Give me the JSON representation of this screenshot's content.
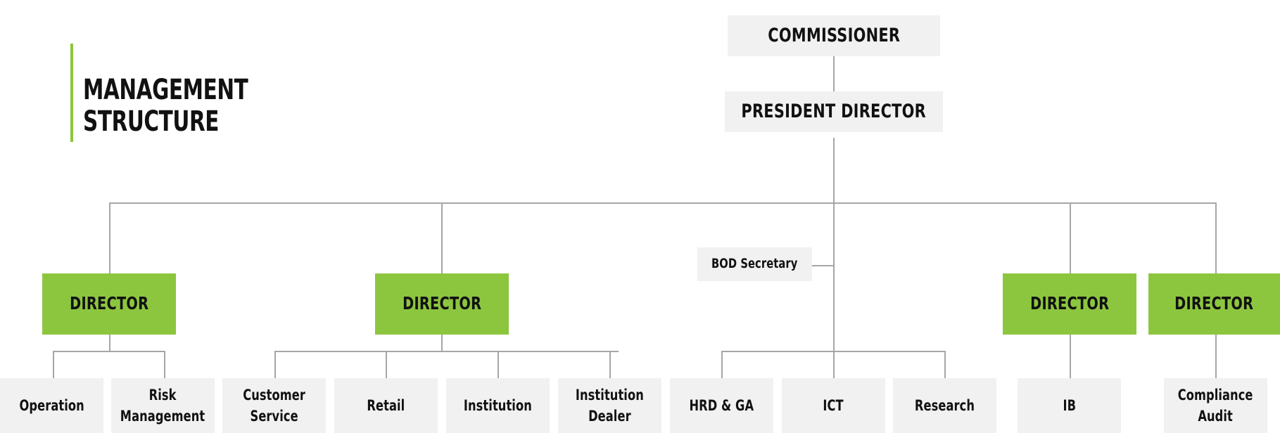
{
  "title": {
    "line1": "MANAGEMENT",
    "line2": "STRUCTURE",
    "accent_color": "#8CC63F"
  },
  "colors": {
    "green": "#8CC63F",
    "grey_box": "#F1F1F1",
    "line": "#A6A6A6",
    "text": "#111111",
    "background": "#FFFFFF"
  },
  "org_chart": {
    "type": "hierarchy",
    "top": [
      {
        "id": "commissioner",
        "label": "COMMISSIONER",
        "style": "grey"
      },
      {
        "id": "president-director",
        "label": "PRESIDENT DIRECTOR",
        "style": "grey"
      }
    ],
    "staff": [
      {
        "id": "bod-secretary",
        "label": "BOD Secretary",
        "style": "grey"
      }
    ],
    "directors": [
      {
        "id": "director-1",
        "label": "DIRECTOR",
        "style": "green",
        "children": [
          {
            "id": "operation",
            "label": "Operation"
          },
          {
            "id": "risk-management",
            "label": "Risk\nManagement"
          }
        ]
      },
      {
        "id": "director-2",
        "label": "DIRECTOR",
        "style": "green",
        "children": [
          {
            "id": "customer-service",
            "label": "Customer\nService"
          },
          {
            "id": "retail",
            "label": "Retail"
          },
          {
            "id": "institution",
            "label": "Institution"
          },
          {
            "id": "institution-dealer",
            "label": "Institution\nDealer"
          }
        ]
      },
      {
        "id": "president-direct-units",
        "label": "",
        "style": "none",
        "children": [
          {
            "id": "hrd-ga",
            "label": "HRD & GA"
          },
          {
            "id": "ict",
            "label": "ICT"
          },
          {
            "id": "research",
            "label": "Research"
          }
        ]
      },
      {
        "id": "director-3",
        "label": "DIRECTOR",
        "style": "green",
        "children": [
          {
            "id": "ib",
            "label": "IB"
          }
        ]
      },
      {
        "id": "director-4",
        "label": "DIRECTOR",
        "style": "green",
        "children": [
          {
            "id": "compliance-audit",
            "label": "Compliance\nAudit"
          }
        ]
      }
    ]
  }
}
